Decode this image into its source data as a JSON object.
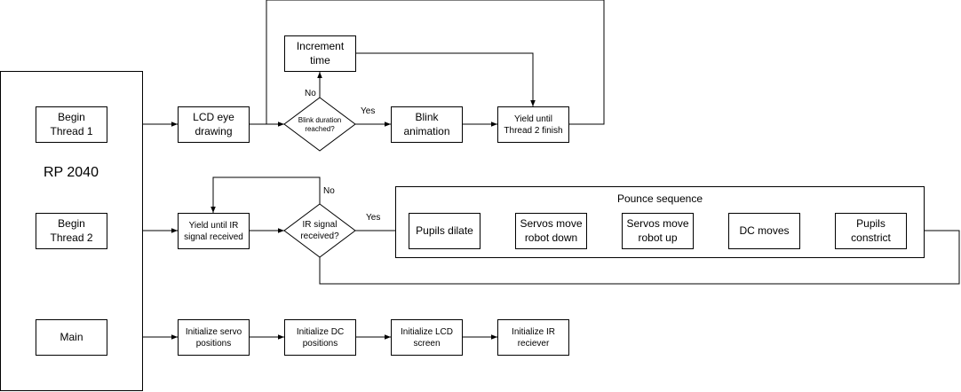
{
  "rp2040": {
    "label": "RP 2040"
  },
  "thread1": {
    "begin": "Begin\nThread 1",
    "lcd": "LCD eye\ndrawing",
    "decision": "Blink duration\nreached?",
    "increment": "Increment\ntime",
    "blink": "Blink\nanimation",
    "yield": "Yield until\nThread 2 finish",
    "no_label": "No",
    "yes_label": "Yes"
  },
  "thread2": {
    "begin": "Begin\nThread 2",
    "yield": "Yield until IR\nsignal received",
    "decision": "IR signal\nreceived?",
    "no_label": "No",
    "yes_label": "Yes",
    "pounce": {
      "title": "Pounce sequence",
      "steps": [
        "Pupils dilate",
        "Servos move\nrobot down",
        "Servos move\nrobot up",
        "DC moves",
        "Pupils\nconstrict"
      ]
    }
  },
  "main": {
    "label": "Main",
    "steps": [
      "Initialize servo\npositions",
      "Initialize DC\npositions",
      "Initialize LCD\nscreen",
      "Initialize IR\nreciever"
    ]
  }
}
